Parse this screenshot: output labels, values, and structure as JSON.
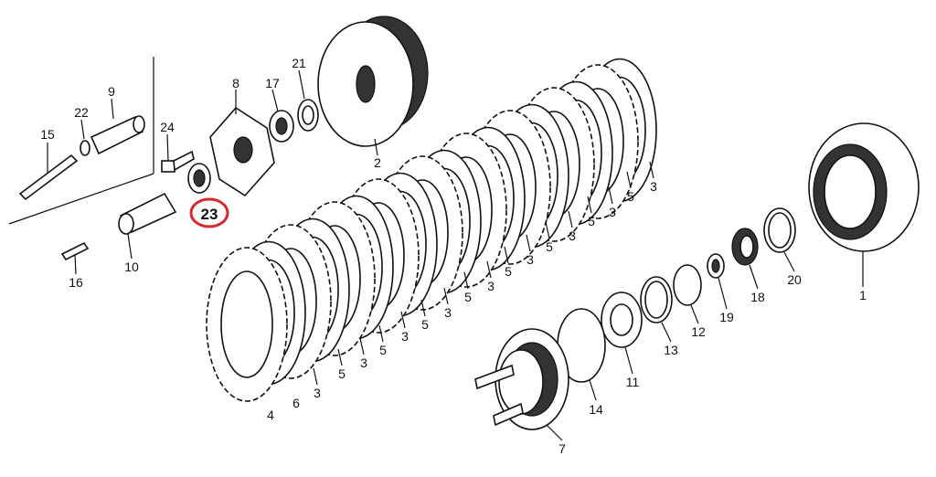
{
  "diagram": {
    "type": "exploded-parts-diagram",
    "highlight_color": "#d9262c",
    "highlighted_part": "23",
    "labels": {
      "p1": "1",
      "p2": "2",
      "p4": "4",
      "p6": "6",
      "p7": "7",
      "p8": "8",
      "p9": "9",
      "p10": "10",
      "p11": "11",
      "p12": "12",
      "p13": "13",
      "p14": "14",
      "p15": "15",
      "p16": "16",
      "p17": "17",
      "p18": "18",
      "p19": "19",
      "p20": "20",
      "p21": "21",
      "p22": "22",
      "p23": "23",
      "p24": "24",
      "plate3": "3",
      "plate5": "5"
    }
  }
}
